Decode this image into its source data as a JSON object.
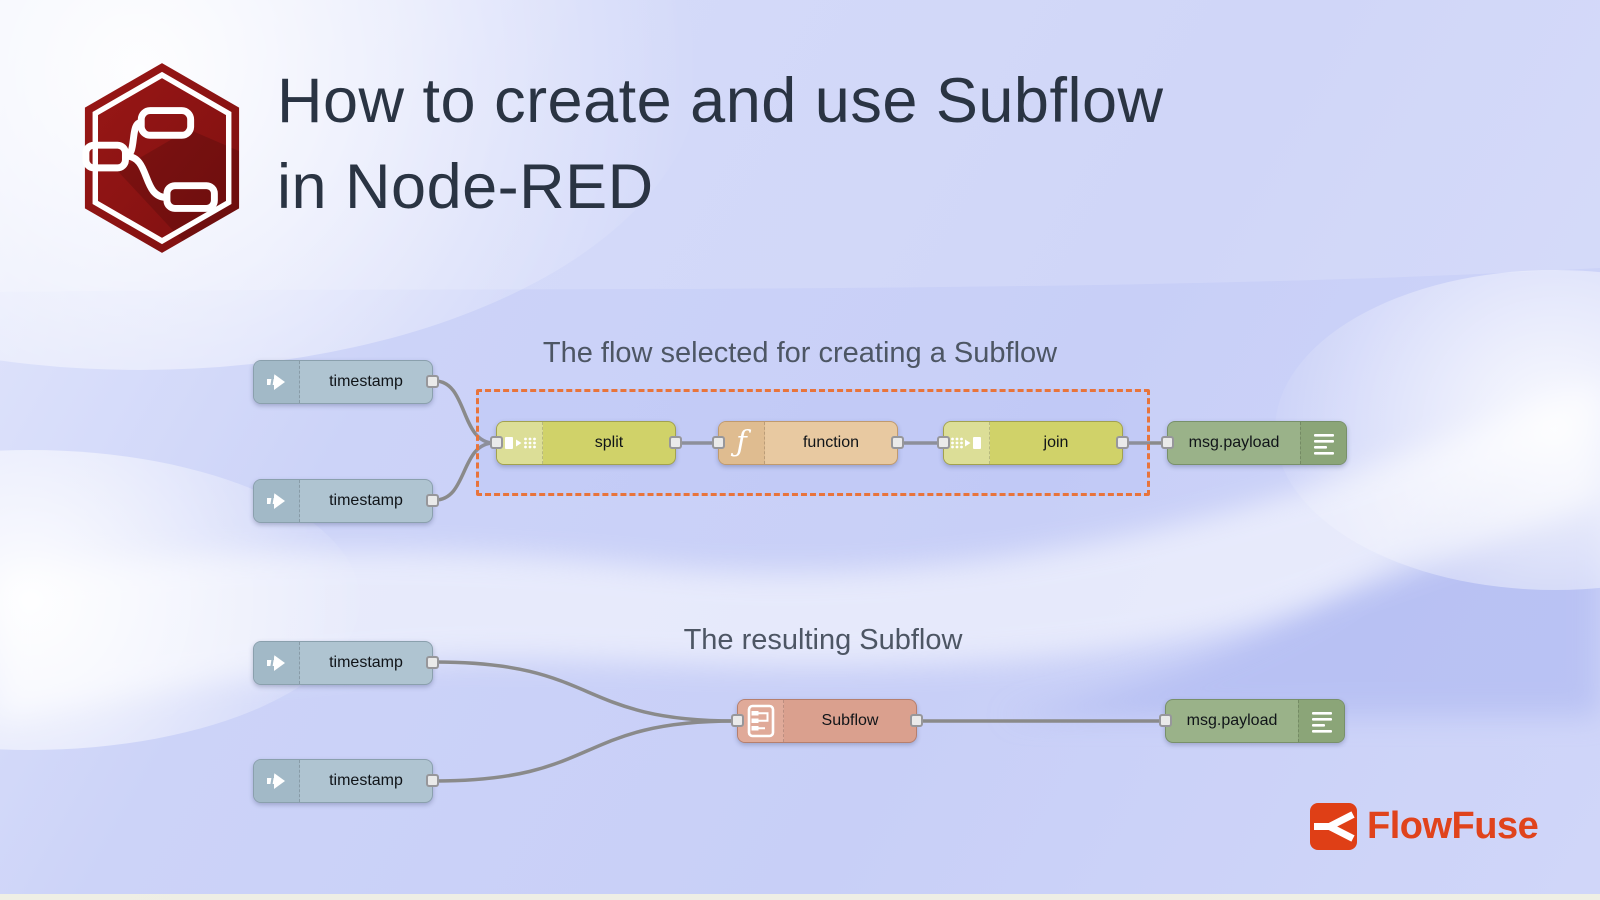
{
  "header": {
    "title_line1": "How to create and use Subflow",
    "title_line2": "in Node-RED",
    "logo_icon": "node-red-logo"
  },
  "captions": {
    "top": "The flow selected for creating a Subflow",
    "bottom": "The resulting Subflow"
  },
  "flows": {
    "top": {
      "nodes": {
        "inject1": {
          "label": "timestamp",
          "type": "inject"
        },
        "inject2": {
          "label": "timestamp",
          "type": "inject"
        },
        "split": {
          "label": "split",
          "type": "split"
        },
        "function": {
          "label": "function",
          "type": "function",
          "glyph": "ƒ"
        },
        "join": {
          "label": "join",
          "type": "join"
        },
        "debug1": {
          "label": "msg.payload",
          "type": "debug"
        }
      }
    },
    "bottom": {
      "nodes": {
        "inject3": {
          "label": "timestamp",
          "type": "inject"
        },
        "inject4": {
          "label": "timestamp",
          "type": "inject"
        },
        "subflow": {
          "label": "Subflow",
          "type": "subflow"
        },
        "debug2": {
          "label": "msg.payload",
          "type": "debug"
        }
      }
    }
  },
  "icons": {
    "inject": "arrow-right-icon",
    "split": "split-icon",
    "function": "function-f-icon",
    "join": "join-icon",
    "debug": "list-lines-icon",
    "subflow": "subflow-box-icon",
    "brand": "flowfuse-branch-icon"
  },
  "brand": {
    "name": "FlowFuse"
  },
  "colors": {
    "background_lavender": "#ccd3f8",
    "inject_node": "#afc4d1",
    "split_join_node": "#d0d269",
    "function_node": "#e8c9a1",
    "debug_node": "#9ab289",
    "subflow_node": "#daa08e",
    "selection_dash": "#e8743b",
    "wire": "#8a8a8a",
    "node_red_red": "#8e1414",
    "flowfuse_orange": "#e0431c",
    "title_text": "#2a3443",
    "caption_text": "#4d5664"
  }
}
